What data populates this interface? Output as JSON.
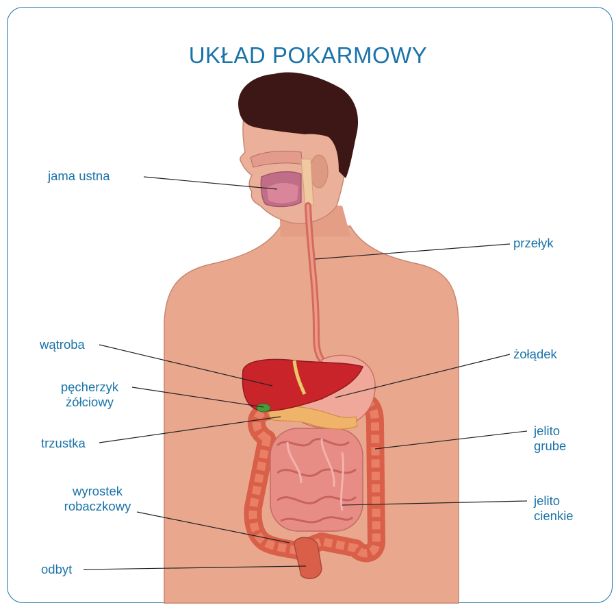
{
  "title": "UKŁAD POKARMOWY",
  "colors": {
    "accent": "#1a73a8",
    "skin": "#e9a78e",
    "hair": "#3d1716",
    "organ_red": "#d8443b",
    "intestine_pink": "#e78d86",
    "large_intestine": "#d95f48"
  },
  "labels": {
    "mouth": "jama ustna",
    "esophagus": "przełyk",
    "liver": "wątroba",
    "stomach": "żołądek",
    "gallbladder_1": "pęcherzyk",
    "gallbladder_2": "żółciowy",
    "pancreas": "trzustka",
    "large_int_1": "jelito",
    "large_int_2": "grube",
    "appendix_1": "wyrostek",
    "appendix_2": "robaczkowy",
    "small_int_1": "jelito",
    "small_int_2": "cienkie",
    "anus": "odbyt"
  }
}
